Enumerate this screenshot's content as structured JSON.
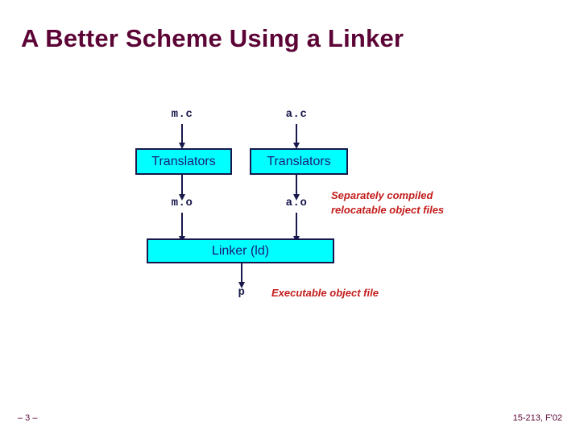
{
  "slide": {
    "title": "A Better Scheme Using a Linker",
    "footer_left": "– 3 –",
    "footer_right": "15-213, F'02",
    "colors": {
      "title": "#5c0436",
      "box_fill": "#00ffff",
      "box_border": "#18184c",
      "box_text": "#1b1b7a",
      "mono_text": "#18184c",
      "annotation": "#c41b1b"
    }
  },
  "diagram": {
    "sources": [
      {
        "label": "m.c"
      },
      {
        "label": "a.c"
      }
    ],
    "translators": [
      {
        "label": "Translators"
      },
      {
        "label": "Translators"
      }
    ],
    "objects": [
      {
        "label": "m.o"
      },
      {
        "label": "a.o"
      }
    ],
    "linker": {
      "label": "Linker (ld)"
    },
    "executable": {
      "label": "p"
    },
    "annotations": {
      "relocatable": "Separately compiled\nrelocatable object files",
      "executable": "Executable object file"
    }
  }
}
